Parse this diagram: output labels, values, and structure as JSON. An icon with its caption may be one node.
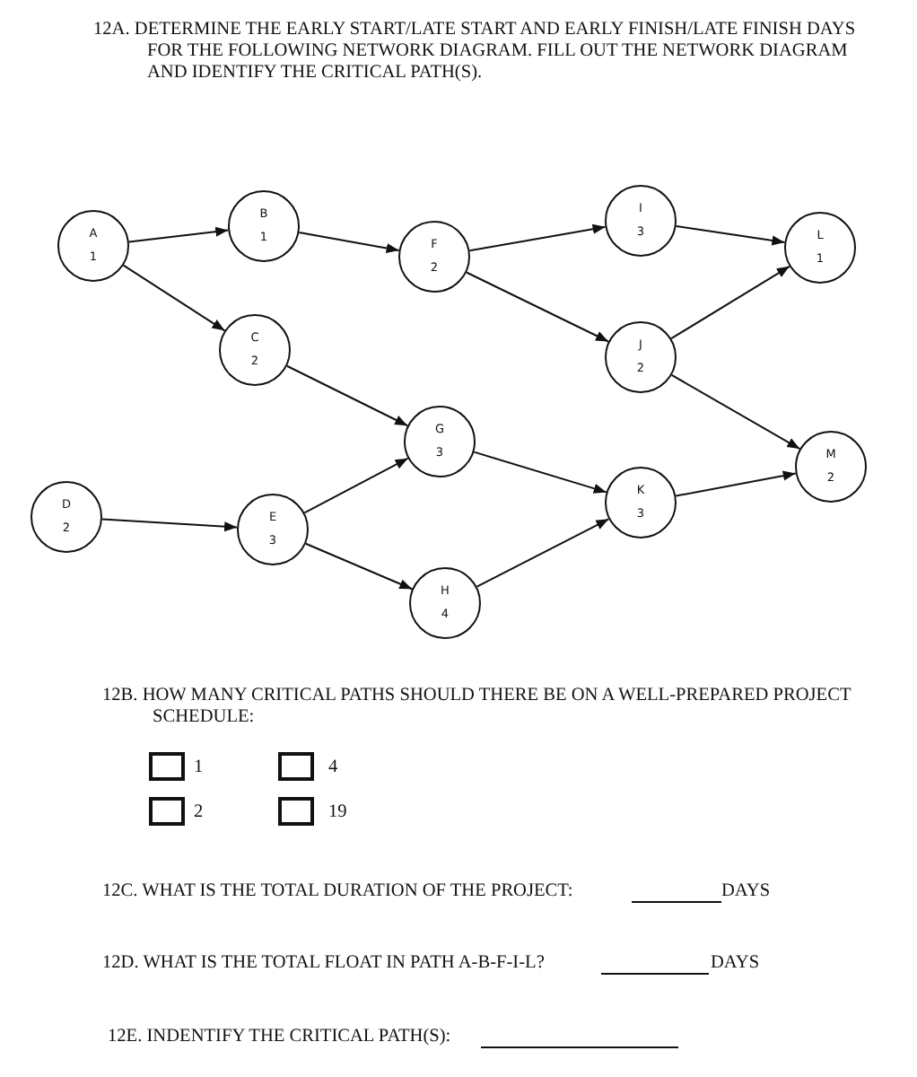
{
  "diagram": {
    "nodes": [
      {
        "text": [
          "A",
          "1"
        ]
      },
      {
        "text": [
          "B",
          "1"
        ]
      },
      {
        "text": [
          "C",
          "2"
        ]
      },
      {
        "text": [
          "D",
          "2"
        ]
      },
      {
        "text": [
          "E",
          "3"
        ]
      },
      {
        "text": [
          "F",
          "2"
        ]
      },
      {
        "text": [
          "G",
          "3"
        ]
      },
      {
        "text": [
          "H",
          "4"
        ]
      },
      {
        "text": [
          "I",
          "3"
        ]
      },
      {
        "text": [
          "J",
          "2"
        ]
      },
      {
        "text": [
          "K",
          "3"
        ]
      },
      {
        "text": [
          "L",
          "1"
        ]
      },
      {
        "text": [
          "M",
          "2"
        ]
      }
    ],
    "edges": [
      {
        "from": 0,
        "to": 1,
        "arrow": "to"
      },
      {
        "from": 0,
        "to": 2,
        "arrow": "to"
      },
      {
        "from": 1,
        "to": 5,
        "arrow": "to"
      },
      {
        "from": 5,
        "to": 8,
        "arrow": "to"
      },
      {
        "from": 5,
        "to": 9,
        "arrow": "to"
      },
      {
        "from": 8,
        "to": 11,
        "arrow": "to"
      },
      {
        "from": 9,
        "to": 11,
        "arrow": "to"
      },
      {
        "from": 9,
        "to": 12,
        "arrow": "to"
      },
      {
        "from": 2,
        "to": 6,
        "arrow": "to"
      },
      {
        "from": 4,
        "to": 6,
        "arrow": "to"
      },
      {
        "from": 4,
        "to": 7,
        "arrow": "to"
      },
      {
        "from": 3,
        "to": 4,
        "arrow": "to"
      },
      {
        "from": 6,
        "to": 10,
        "arrow": "to"
      },
      {
        "from": 7,
        "to": 10,
        "arrow": "to"
      },
      {
        "from": 10,
        "to": 12,
        "arrow": "to"
      }
    ],
    "labels": [
      "12A. DETERMINE THE EARLY START/LATE START AND EARLY FINISH/LATE FINISH DAYS FOR THE FOLLOWING NETWORK DIAGRAM. FILL OUT THE NETWORK DIAGRAM AND IDENTIFY THE CRITICAL PATH(S).",
      "12B. HOW MANY CRITICAL PATHS SHOULD THERE BE ON A WELL-PREPARED PROJECT SCHEDULE:",
      "1",
      "4",
      "2",
      "19",
      "12C. WHAT IS THE TOTAL DURATION OF THE PROJECT:",
      "DAYS",
      "12D. WHAT IS THE TOTAL FLOAT IN PATH A-B-F-I-L?",
      "DAYS",
      "12E. INDENTIFY THE CRITICAL PATH(S):"
    ]
  }
}
